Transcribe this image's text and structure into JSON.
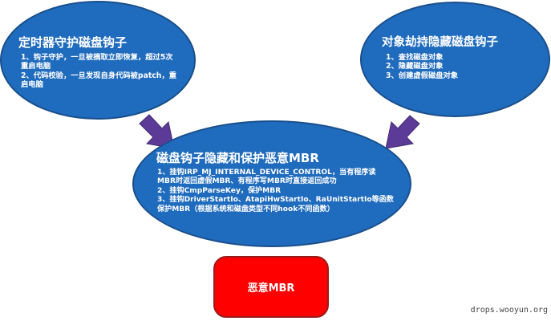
{
  "colors": {
    "oval_fill": "#1f6bbd",
    "oval_border": "#1a4f8c",
    "arrow_fill": "#5b3b97",
    "box_fill": "#ff0000",
    "box_border": "#9b1b1b",
    "text": "#ffffff"
  },
  "left_node": {
    "title": "定时器守护磁盘钩子",
    "items": [
      "1、钩子守护，一旦被摘取立即恢复，超过5次重启电脑",
      "2、代码校验，一旦发现自身代码被patch，重启电脑"
    ]
  },
  "right_node": {
    "title": "对象劫持隐藏磁盘钩子",
    "items": [
      "1、查找磁盘对象",
      "2、隐藏磁盘对象",
      "3、创建虚假磁盘对象"
    ]
  },
  "center_node": {
    "title": "磁盘钩子隐藏和保护恶意MBR",
    "items": [
      "1、挂钩IRP_MJ_INTERNAL_DEVICE_CONTROL，当有程序读MBR时返回虚假MBR、有程序写MBR时直接返回成功",
      "2、挂钩CmpParseKey，保护MBR",
      "3、挂钩DriverStartIo、AtapiHwStartIo、RaUnitStartIo等函数保护MBR（根据系统和磁盘类型不同hook不同函数）"
    ]
  },
  "bottom_node": {
    "label": "恶意MBR"
  },
  "watermark": "drops.wooyun.org"
}
